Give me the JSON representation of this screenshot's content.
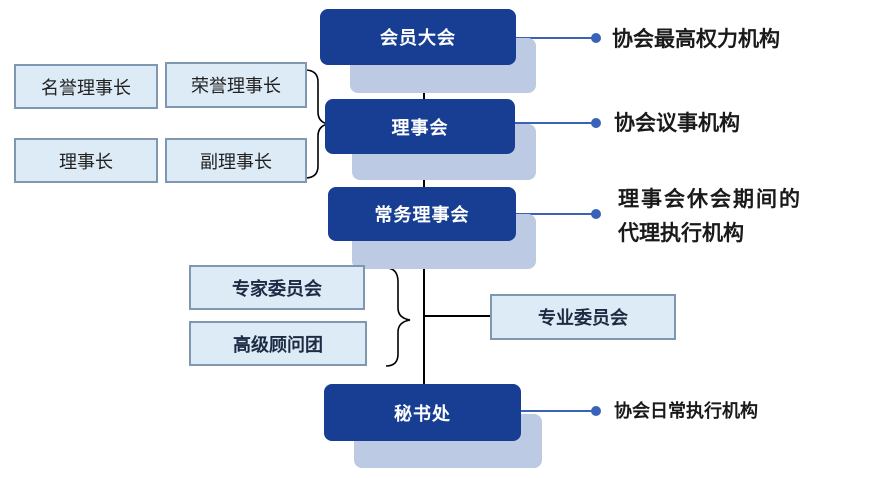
{
  "nodes": {
    "assembly": "会员大会",
    "council": "理事会",
    "standing": "常务理事会",
    "secretariat": "秘书处"
  },
  "council_roles": {
    "honorary_chairman": "名誉理事长",
    "glory_chairman": "荣誉理事长",
    "chairman": "理事长",
    "vice_chairman": "副理事长"
  },
  "committees": {
    "expert": "专家委员会",
    "advisory": "高级顾问团",
    "professional": "专业委员会"
  },
  "descriptions": {
    "assembly": "协会最高权力机构",
    "council": "协会议事机构",
    "standing_line1": "理事会休会期间的",
    "standing_line2": "代理执行机构",
    "secretariat": "协会日常执行机构"
  },
  "colors": {
    "main_box": "#173e93",
    "shadow_box": "#bccbe3",
    "side_box_fill": "#dcebf6",
    "side_box_border": "#7f97b0",
    "connector": "#3a63b8"
  }
}
